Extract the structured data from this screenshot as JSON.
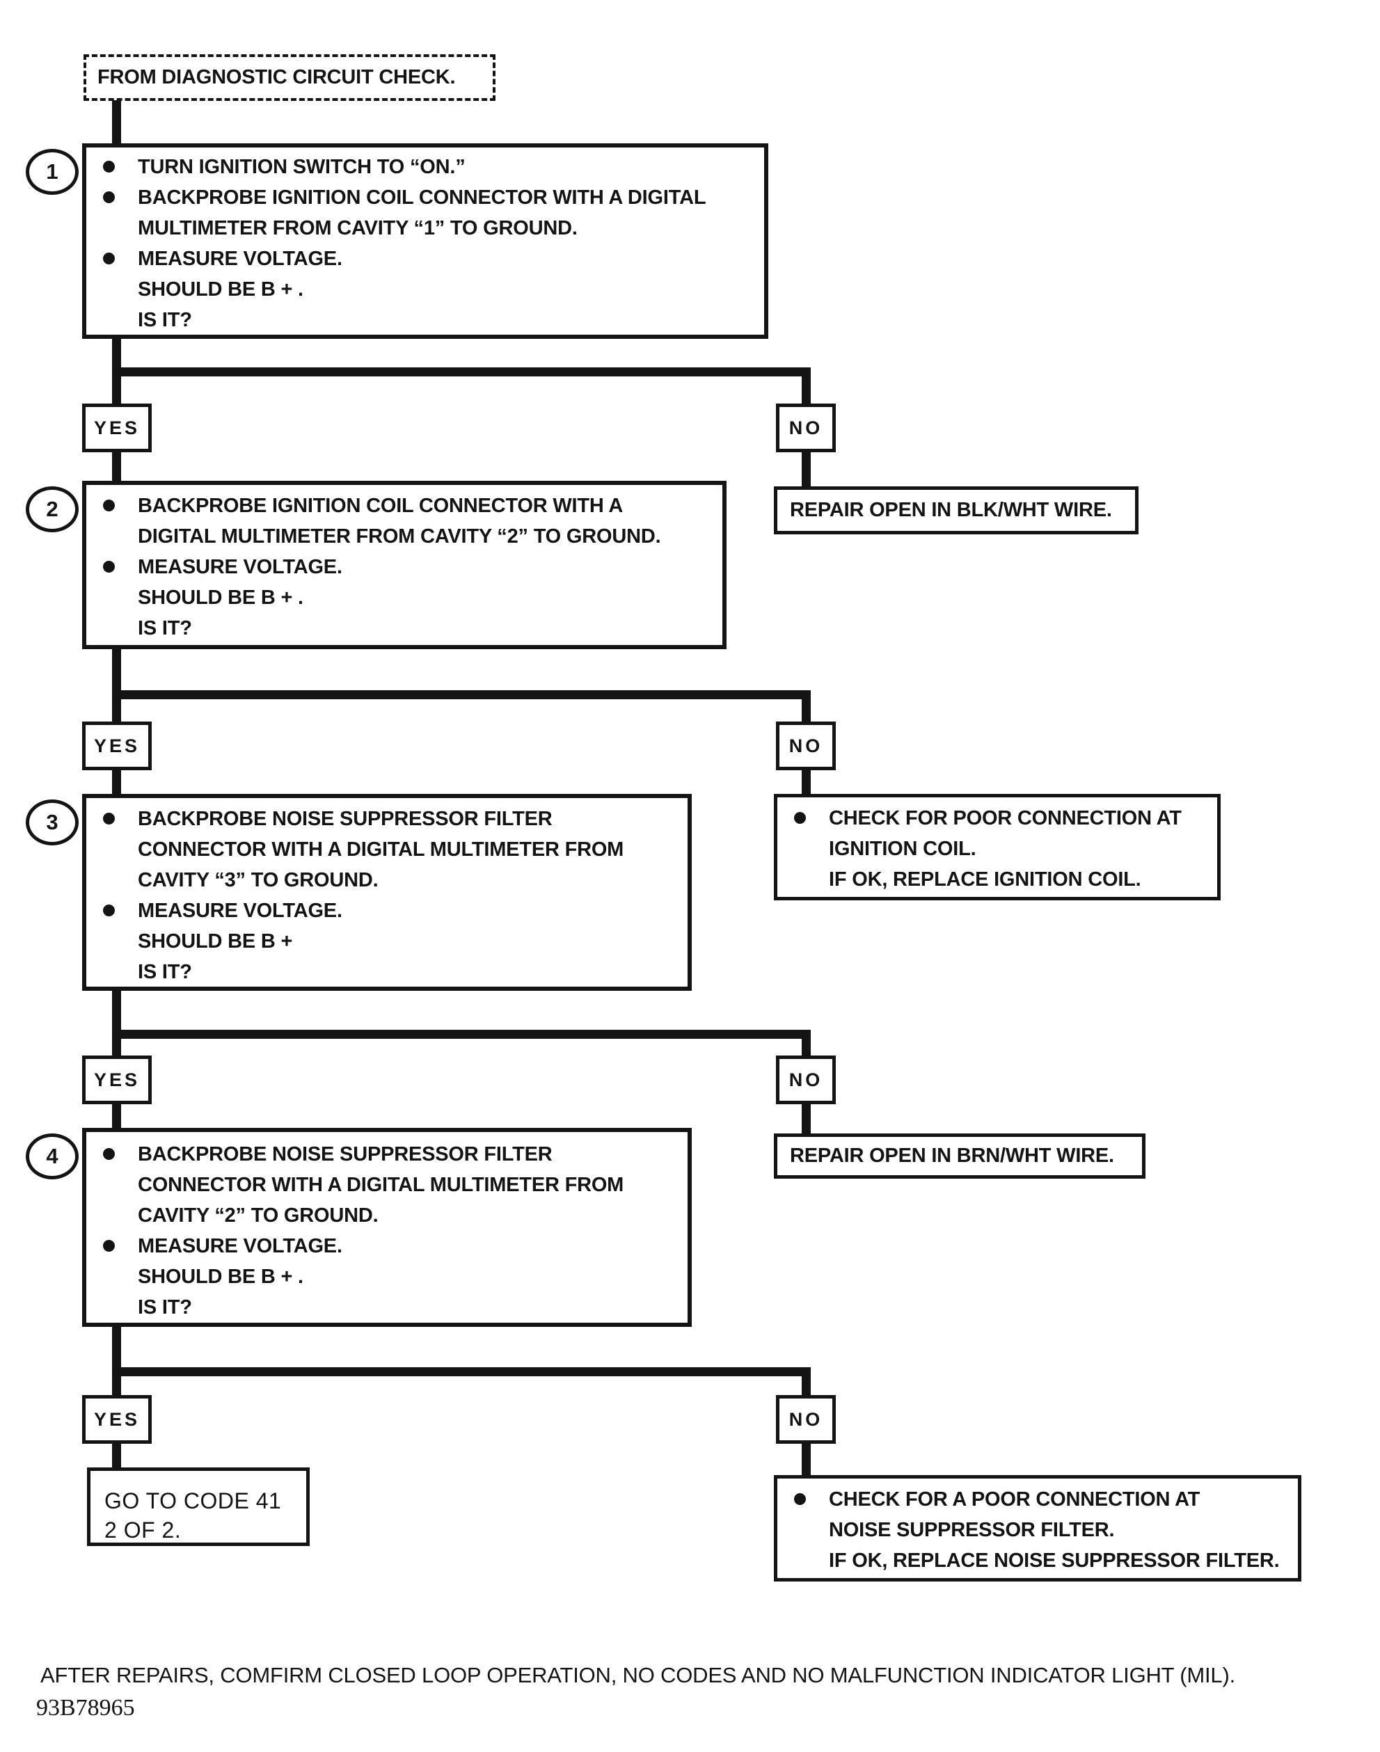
{
  "colors": {
    "ink": "#141414",
    "paper": "#ffffff"
  },
  "start": {
    "label": "FROM DIAGNOSTIC CIRCUIT CHECK."
  },
  "labels": {
    "yes": "YES",
    "no": "NO"
  },
  "steps": [
    {
      "number": "1",
      "lines": [
        {
          "bullet": true,
          "text": "TURN IGNITION SWITCH TO “ON.”"
        },
        {
          "bullet": true,
          "text": "BACKPROBE IGNITION COIL CONNECTOR WITH A DIGITAL"
        },
        {
          "bullet": false,
          "text": "MULTIMETER FROM CAVITY “1” TO GROUND."
        },
        {
          "bullet": true,
          "text": "MEASURE VOLTAGE."
        },
        {
          "bullet": false,
          "text": "SHOULD BE B + ."
        },
        {
          "bullet": false,
          "text": "IS IT?"
        }
      ]
    },
    {
      "number": "2",
      "lines": [
        {
          "bullet": true,
          "text": "BACKPROBE IGNITION COIL CONNECTOR WITH A"
        },
        {
          "bullet": false,
          "text": "DIGITAL MULTIMETER FROM CAVITY “2” TO GROUND."
        },
        {
          "bullet": true,
          "text": "MEASURE VOLTAGE."
        },
        {
          "bullet": false,
          "text": "SHOULD BE B + ."
        },
        {
          "bullet": false,
          "text": "IS IT?"
        }
      ]
    },
    {
      "number": "3",
      "lines": [
        {
          "bullet": true,
          "text": "BACKPROBE NOISE SUPPRESSOR FILTER"
        },
        {
          "bullet": false,
          "text": "CONNECTOR WITH A DIGITAL MULTIMETER FROM"
        },
        {
          "bullet": false,
          "text": "CAVITY “3” TO GROUND."
        },
        {
          "bullet": true,
          "text": "MEASURE VOLTAGE."
        },
        {
          "bullet": false,
          "text": "SHOULD BE B +"
        },
        {
          "bullet": false,
          "text": "IS IT?"
        }
      ]
    },
    {
      "number": "4",
      "lines": [
        {
          "bullet": true,
          "text": "BACKPROBE NOISE SUPPRESSOR FILTER"
        },
        {
          "bullet": false,
          "text": "CONNECTOR WITH A DIGITAL MULTIMETER FROM"
        },
        {
          "bullet": false,
          "text": "CAVITY “2” TO GROUND."
        },
        {
          "bullet": true,
          "text": "MEASURE VOLTAGE."
        },
        {
          "bullet": false,
          "text": "SHOULD BE B + ."
        },
        {
          "bullet": false,
          "text": "IS IT?"
        }
      ]
    }
  ],
  "no_actions": [
    {
      "lines": [
        {
          "bullet": false,
          "text": "REPAIR OPEN IN BLK/WHT WIRE."
        }
      ]
    },
    {
      "lines": [
        {
          "bullet": true,
          "text": "CHECK FOR POOR CONNECTION AT"
        },
        {
          "bullet": false,
          "text": "IGNITION COIL."
        },
        {
          "bullet": false,
          "text": "IF OK, REPLACE IGNITION COIL."
        }
      ]
    },
    {
      "lines": [
        {
          "bullet": false,
          "text": "REPAIR OPEN IN BRN/WHT WIRE."
        }
      ]
    },
    {
      "lines": [
        {
          "bullet": true,
          "text": "CHECK FOR A POOR CONNECTION AT"
        },
        {
          "bullet": false,
          "text": "NOISE SUPPRESSOR FILTER."
        },
        {
          "bullet": false,
          "text": "IF OK, REPLACE NOISE SUPPRESSOR FILTER."
        }
      ]
    }
  ],
  "yes_terminal": {
    "lines": [
      "GO TO CODE 41",
      "2 OF 2."
    ]
  },
  "footer": {
    "note": "AFTER REPAIRS, COMFIRM CLOSED LOOP OPERATION, NO CODES AND NO MALFUNCTION INDICATOR LIGHT (MIL).",
    "doc_code": "93B78965"
  }
}
